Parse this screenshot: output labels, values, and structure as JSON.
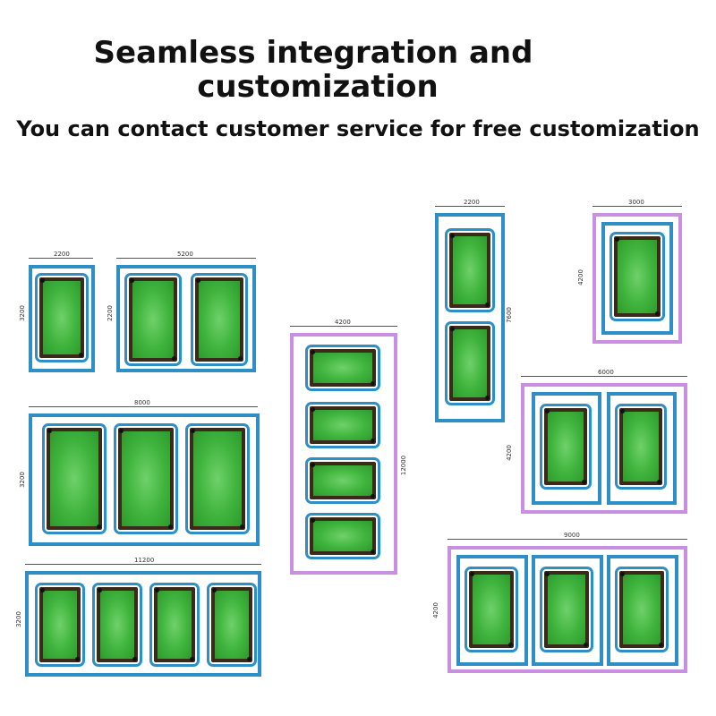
{
  "header": {
    "title_line1": "Seamless integration and",
    "title_line2": "customization",
    "subtitle": "You can contact customer service for free customization"
  },
  "layouts": {
    "l1": {
      "width": "2200",
      "height": "3200"
    },
    "l2": {
      "width": "5200",
      "height": "2200"
    },
    "l3": {
      "width": "8000",
      "height": "3200"
    },
    "l4": {
      "width": "11200",
      "height": "3200"
    },
    "l5": {
      "width": "4200",
      "height": "12000"
    },
    "l6": {
      "width": "2200",
      "height": "7600"
    },
    "l7": {
      "width": "3000",
      "height": "4200"
    },
    "l8": {
      "width": "6000",
      "height": "4200"
    },
    "l9": {
      "width": "9000",
      "height": "4200"
    }
  },
  "colors": {
    "blue": "#2e8fc7",
    "purple": "#c98fe0",
    "felt": "#3fb43d",
    "rail": "#3b2a1a"
  }
}
